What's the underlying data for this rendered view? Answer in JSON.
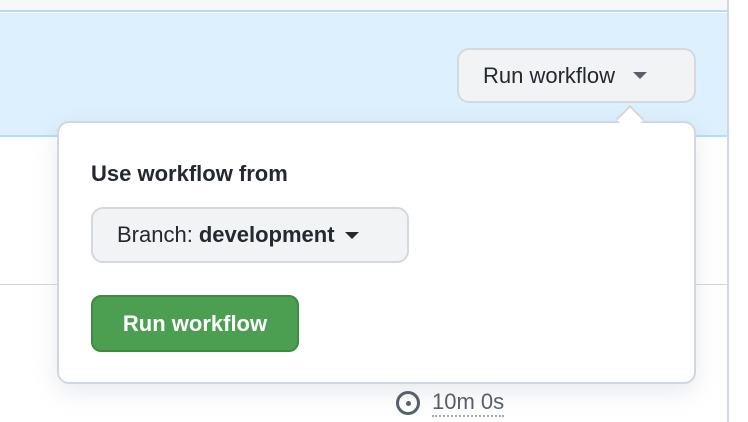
{
  "header": {
    "run_workflow_button": "Run workflow"
  },
  "popup": {
    "title": "Use workflow from",
    "branch_label": "Branch:",
    "branch_value": "development",
    "run_button": "Run workflow"
  },
  "row": {
    "duration": "10m 0s"
  },
  "colors": {
    "accent_green": "#4c9f50",
    "highlight_row": "#ddf0fe"
  }
}
